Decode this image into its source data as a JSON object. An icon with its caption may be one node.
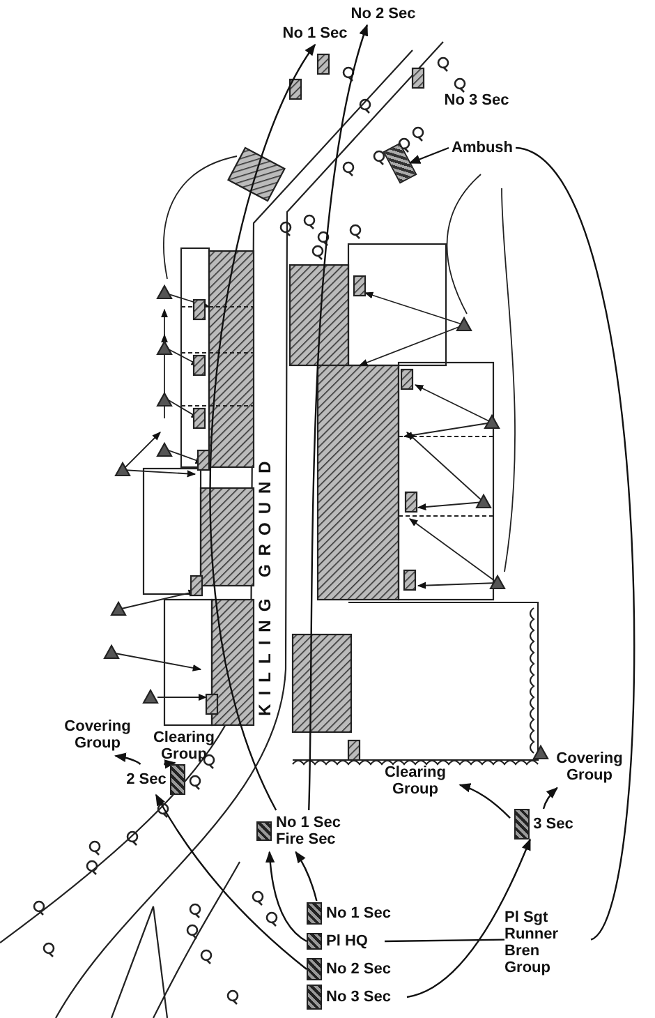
{
  "diagram": {
    "nodes": [
      {
        "text": [
          "No 1 Sec"
        ]
      },
      {
        "text": [
          "No 2 Sec"
        ]
      },
      {
        "text": [
          "No 3 Sec"
        ]
      },
      {
        "text": [
          "Ambush"
        ]
      },
      {
        "text": [
          "Covering Group"
        ]
      },
      {
        "text": [
          "Clearing Group"
        ]
      },
      {
        "text": [
          "2 Sec"
        ]
      },
      {
        "text": [
          "No 1 Sec Fire Sec"
        ]
      },
      {
        "text": [
          "Clearing Group"
        ]
      },
      {
        "text": [
          "Covering Group"
        ]
      },
      {
        "text": [
          "3 Sec"
        ]
      },
      {
        "text": [
          "No 1 Sec"
        ]
      },
      {
        "text": [
          "Pl HQ"
        ]
      },
      {
        "text": [
          "No 2 Sec"
        ]
      },
      {
        "text": [
          "No 3 Sec"
        ]
      },
      {
        "text": [
          "Pl Sgt Runner Bren Group"
        ]
      },
      {
        "text": [],
        "shape": "box"
      }
    ],
    "edges": [
      {
        "from": 3,
        "to": 16,
        "arrow": "to"
      },
      {
        "from": 15,
        "to": 3,
        "arrow": "none"
      },
      {
        "from": 12,
        "to": 15,
        "arrow": "none"
      },
      {
        "from": 11,
        "to": 7,
        "arrow": "to"
      },
      {
        "from": 12,
        "to": 7,
        "arrow": "to"
      },
      {
        "from": 13,
        "to": 6,
        "arrow": "to"
      },
      {
        "from": 14,
        "to": 10,
        "arrow": "to"
      },
      {
        "from": 10,
        "to": 9,
        "arrow": "to"
      },
      {
        "from": 10,
        "to": 8,
        "arrow": "to"
      },
      {
        "from": 6,
        "to": 4,
        "arrow": "to"
      },
      {
        "from": 6,
        "to": 5,
        "arrow": "to"
      },
      {
        "from": 7,
        "to": 0,
        "arrow": "to"
      },
      {
        "from": 7,
        "to": 1,
        "arrow": "to"
      }
    ],
    "labels": [
      "KILLING GROUND"
    ]
  }
}
